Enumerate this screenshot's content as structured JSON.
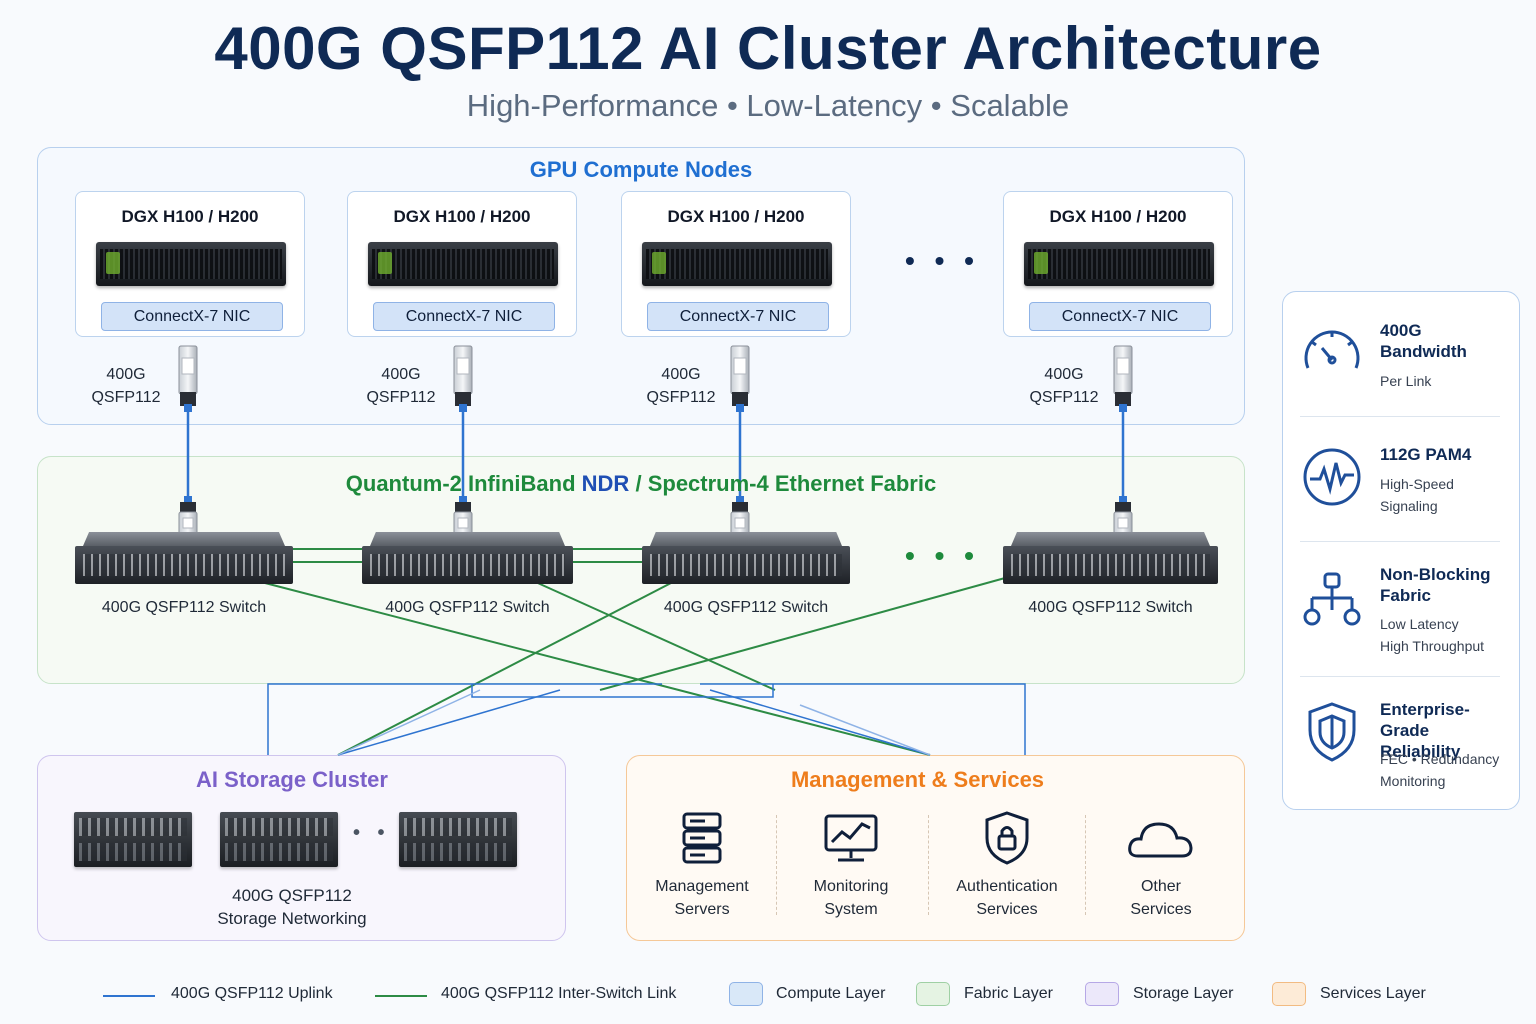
{
  "header": {
    "title": "400G QSFP112 AI Cluster Architecture",
    "subtitle": "High-Performance • Low-Latency • Scalable"
  },
  "compute": {
    "title": "GPU Compute Nodes",
    "nodes": [
      {
        "title": "DGX H100 / H200",
        "nic": "ConnectX-7 NIC"
      },
      {
        "title": "DGX H100 / H200",
        "nic": "ConnectX-7 NIC"
      },
      {
        "title": "DGX H100 / H200",
        "nic": "ConnectX-7 NIC"
      },
      {
        "title": "DGX H100 / H200",
        "nic": "ConnectX-7 NIC"
      }
    ],
    "transceiver_line1": "400G",
    "transceiver_line2": "QSFP112",
    "ellipsis": "• • •"
  },
  "fabric": {
    "title_part1": "Quantum-2 InfiniBand",
    "title_part2": "NDR",
    "title_part3": "/",
    "title_part4": "Spectrum-4 Ethernet Fabric",
    "switch_label": "400G QSFP112 Switch",
    "ellipsis": "• • •"
  },
  "storage": {
    "title": "AI Storage Cluster",
    "label_line1": "400G QSFP112",
    "label_line2": "Storage Networking",
    "ellipsis": "• • •"
  },
  "services": {
    "title": "Management & Services",
    "items": [
      {
        "line1": "Management",
        "line2": "Servers",
        "icon": "server-stack-icon"
      },
      {
        "line1": "Monitoring",
        "line2": "System",
        "icon": "monitor-chart-icon"
      },
      {
        "line1": "Authentication",
        "line2": "Services",
        "icon": "shield-lock-icon"
      },
      {
        "line1": "Other",
        "line2": "Services",
        "icon": "cloud-icon"
      }
    ]
  },
  "features": [
    {
      "title1": "400G",
      "title2": "Bandwidth",
      "sub1": "Per Link",
      "sub2": "",
      "icon": "speedometer-icon"
    },
    {
      "title1": "112G PAM4",
      "title2": "",
      "sub1": "High-Speed",
      "sub2": "Signaling",
      "icon": "waveform-icon"
    },
    {
      "title1": "Non-Blocking",
      "title2": "Fabric",
      "sub1": "Low Latency",
      "sub2": "High Throughput",
      "icon": "network-tree-icon"
    },
    {
      "title1": "Enterprise-Grade",
      "title2": "Reliability",
      "sub1": "FEC • Redundancy",
      "sub2": "Monitoring",
      "icon": "shield-icon"
    }
  ],
  "legend": {
    "uplink": "400G QSFP112 Uplink",
    "interswitch": "400G QSFP112 Inter-Switch Link",
    "compute": "Compute Layer",
    "fabric": "Fabric Layer",
    "storage": "Storage Layer",
    "services": "Services Layer"
  },
  "colors": {
    "title": "#0f2a55",
    "compute_accent": "#1f6fd1",
    "fabric_accent": "#1e8a3c",
    "storage_accent": "#7b61c9",
    "services_accent": "#ee7d1c",
    "uplink_line": "#2f74d0",
    "interswitch_line": "#2d8b45"
  }
}
